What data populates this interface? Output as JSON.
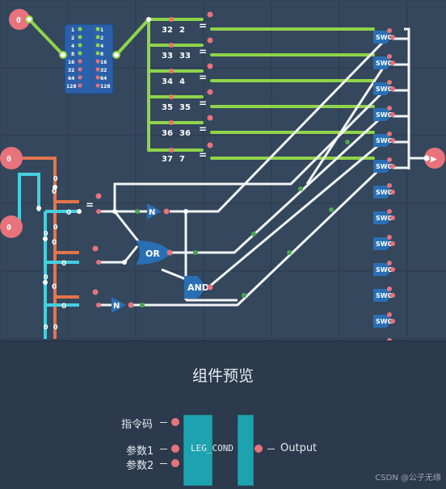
{
  "canvas": {
    "inputs": [
      {
        "value": "0"
      },
      {
        "value": "0"
      },
      {
        "value": "0"
      }
    ],
    "output_marker": "▶",
    "splitter_bits": [
      "1",
      "2",
      "4",
      "8",
      "16",
      "32",
      "64",
      "128"
    ],
    "comparators": [
      {
        "const": "32",
        "input": "2"
      },
      {
        "const": "33",
        "input": "33"
      },
      {
        "const": "34",
        "input": "4"
      },
      {
        "const": "35",
        "input": "35"
      },
      {
        "const": "36",
        "input": "36"
      },
      {
        "const": "37",
        "input": "7"
      }
    ],
    "equal_symbol": "=",
    "swc_label": "SWC",
    "swc_count": 13,
    "left_consts": [
      "0",
      "0",
      "0"
    ],
    "mid_values": [
      "0",
      "0",
      "0"
    ],
    "gates": {
      "not1": "N",
      "not2": "N",
      "or": "OR",
      "and": "AND"
    }
  },
  "preview": {
    "title": "组件预览",
    "inputs": [
      "指令码",
      "参数1",
      "参数2"
    ],
    "component_name": "LEG_COND",
    "output": "Output"
  },
  "watermark": "CSDN @公子无缘",
  "colors": {
    "green_wire": "#8fd44a",
    "orange_wire": "#e3744e",
    "cyan_wire": "#44d0e0",
    "white_wire": "#f2f4f6",
    "pin_red": "#e8737c",
    "gate_blue": "#2a6fb4",
    "block_cyan": "#1da3b0"
  }
}
